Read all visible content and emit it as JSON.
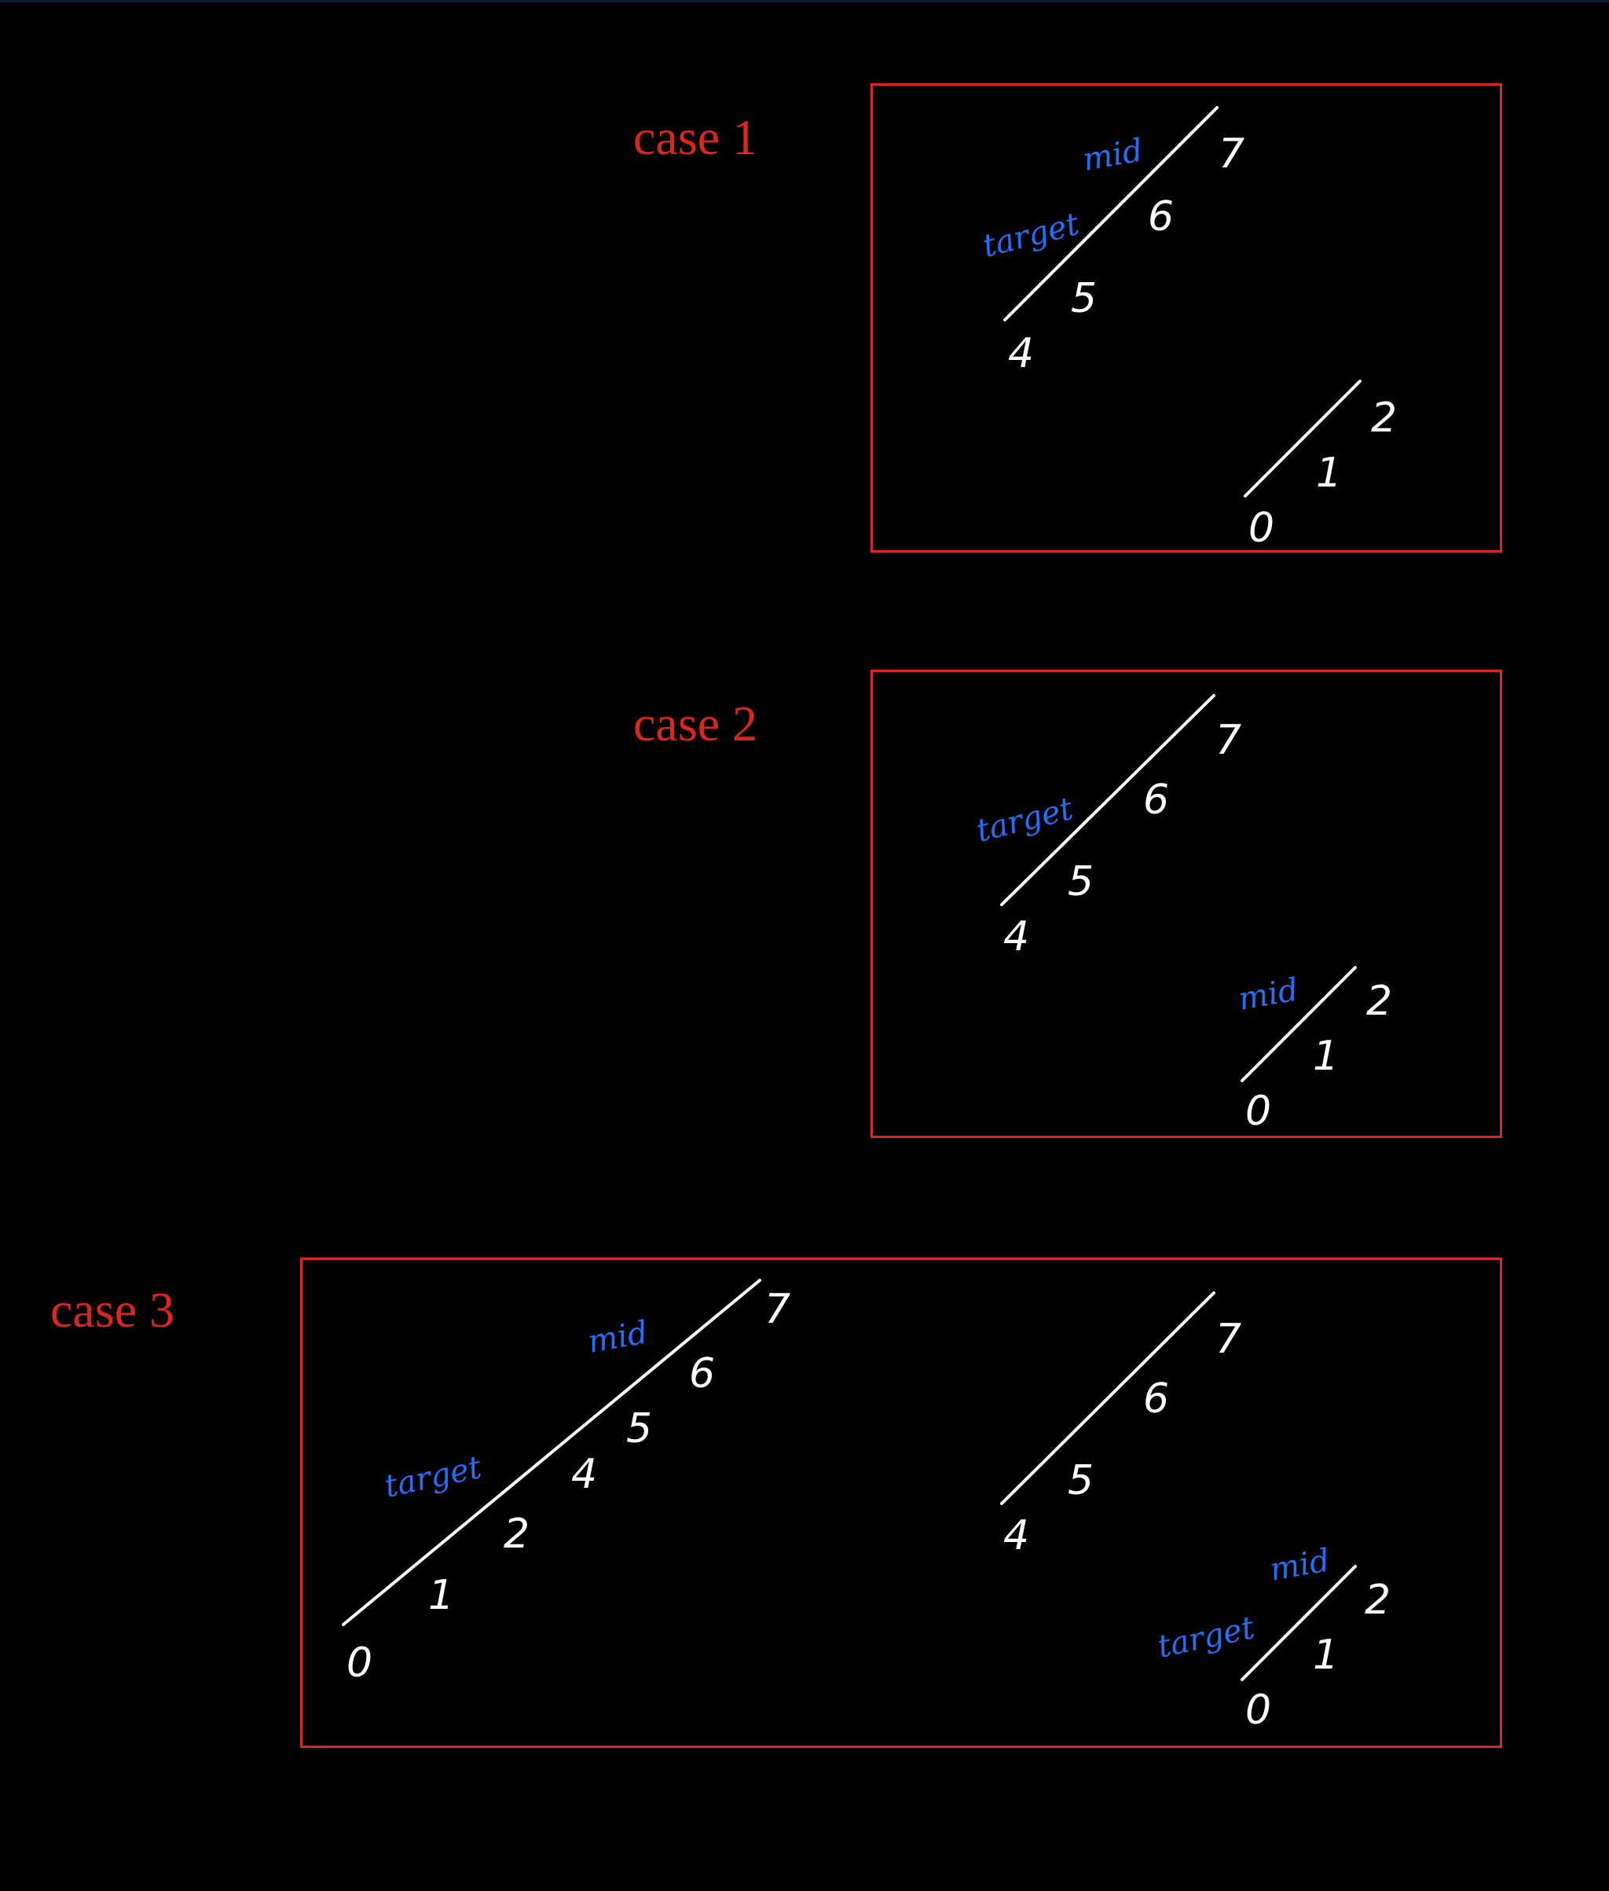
{
  "cases": [
    {
      "label": "case 1",
      "upper": {
        "numbers": [
          "4",
          "5",
          "6",
          "7"
        ]
      },
      "lower": {
        "numbers": [
          "0",
          "1",
          "2"
        ]
      },
      "tags": {
        "target": "target",
        "mid": "mid"
      }
    },
    {
      "label": "case 2",
      "upper": {
        "numbers": [
          "4",
          "5",
          "6",
          "7"
        ]
      },
      "lower": {
        "numbers": [
          "0",
          "1",
          "2"
        ]
      },
      "tags": {
        "target": "target",
        "mid": "mid"
      }
    },
    {
      "label": "case 3",
      "long": {
        "numbers": [
          "0",
          "1",
          "2",
          "4",
          "5",
          "6",
          "7"
        ]
      },
      "upper": {
        "numbers": [
          "4",
          "5",
          "6",
          "7"
        ]
      },
      "lower": {
        "numbers": [
          "0",
          "1",
          "2"
        ]
      },
      "tags": {
        "target": "target",
        "mid": "mid",
        "target2": "target",
        "mid2": "mid"
      }
    }
  ],
  "colors": {
    "frame": "#e0241b",
    "annotation": "#1f6fff",
    "line": "#ffffff",
    "background": "#000000"
  }
}
